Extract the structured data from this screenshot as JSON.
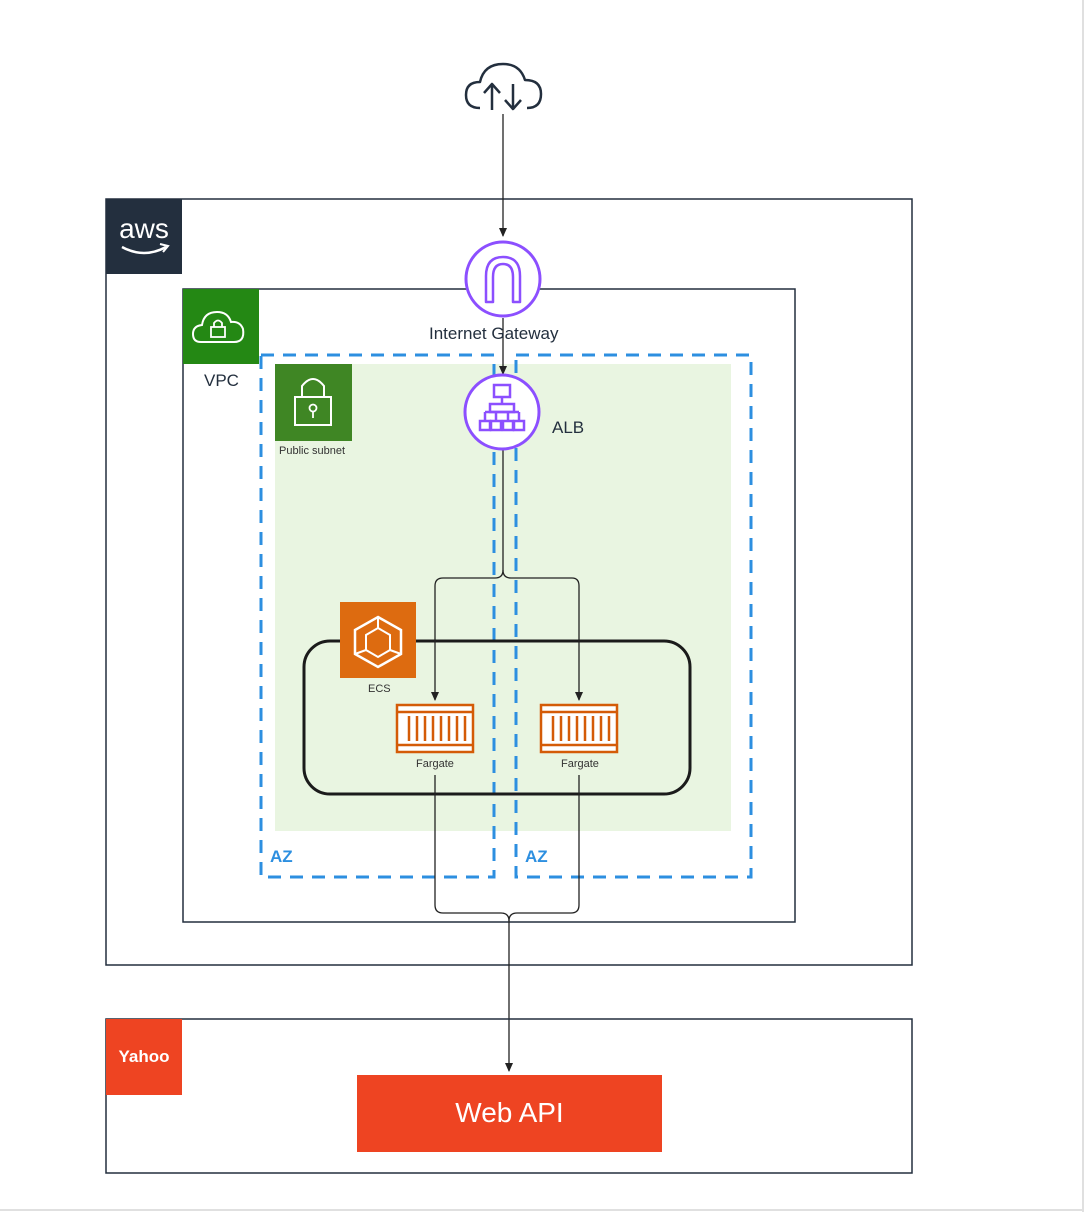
{
  "diagram": {
    "internet": {
      "icon": "internet-cloud-icon"
    },
    "aws": {
      "logo_text": "aws",
      "icon": "aws-logo"
    },
    "vpc": {
      "label": "VPC",
      "icon": "vpc-cloud-lock-icon"
    },
    "subnet": {
      "label": "Public subnet",
      "icon": "padlock-icon"
    },
    "igw": {
      "label": "Internet Gateway",
      "icon": "internet-gateway-icon"
    },
    "alb": {
      "label": "ALB",
      "icon": "load-balancer-icon"
    },
    "ecs": {
      "label": "ECS",
      "icon": "ecs-icon"
    },
    "fargate": [
      {
        "label": "Fargate",
        "icon": "fargate-container-icon"
      },
      {
        "label": "Fargate",
        "icon": "fargate-container-icon"
      }
    ],
    "az": [
      {
        "label": "AZ"
      },
      {
        "label": "AZ"
      }
    ],
    "yahoo": {
      "label": "Yahoo",
      "api_label": "Web API"
    },
    "colors": {
      "aws_dark": "#232f3e",
      "vpc_green": "#248814",
      "subnet_green": "#3f8624",
      "subnet_fill": "#e9f5e1",
      "az_blue": "#2d8fe0",
      "purple": "#8c4fff",
      "ecs_orange": "#dd6b10",
      "fargate_orange": "#d45b07",
      "yahoo_red": "#ee4422",
      "line": "#222222"
    }
  }
}
